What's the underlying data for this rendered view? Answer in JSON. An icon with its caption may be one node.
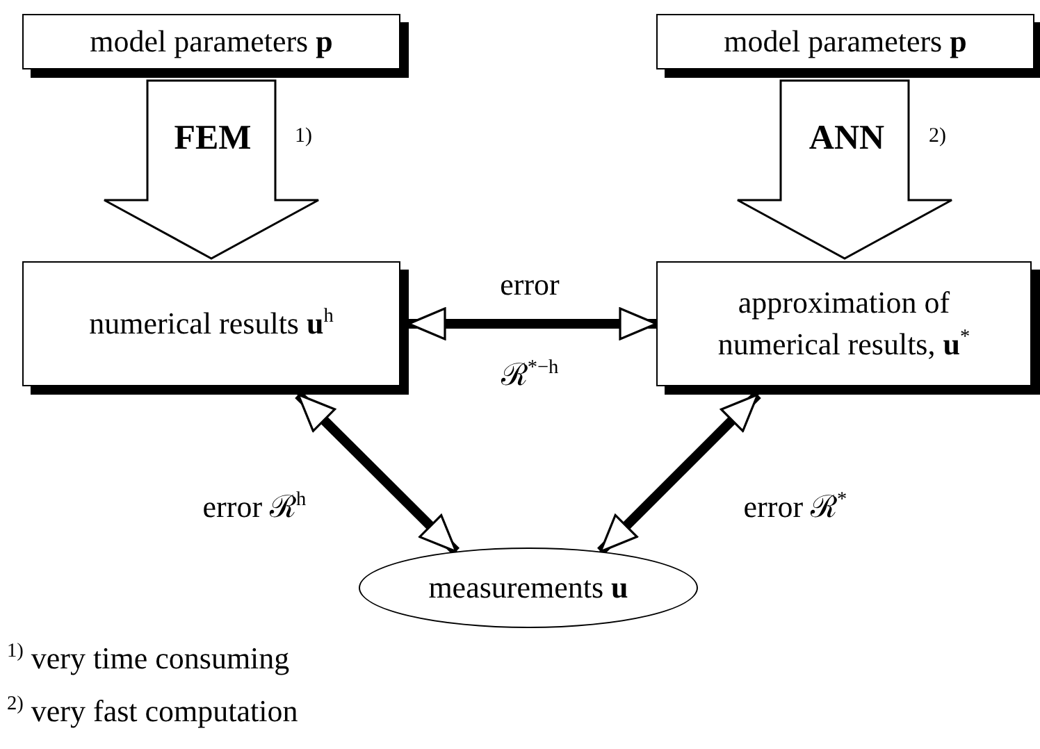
{
  "diagram": {
    "nodes": [
      {
        "text": [
          "model parameters **p**"
        ]
      },
      {
        "text": [
          "model parameters **p**"
        ]
      },
      {
        "text": [
          "numerical results **u**$^{h}$"
        ]
      },
      {
        "text": [
          "approximation of numerical results, **u**$^{*}$"
        ]
      },
      {
        "text": [
          "measurements **u**"
        ]
      }
    ],
    "edges": [
      {
        "from": 0,
        "to": 2,
        "arrow": "to",
        "style": "thick",
        "label": "FEM"
      },
      {
        "from": 1,
        "to": 3,
        "arrow": "to",
        "style": "thick",
        "label": "ANN"
      },
      {
        "from": 2,
        "to": 3,
        "arrow": "both",
        "label": "error"
      },
      {
        "from": 2,
        "to": 4,
        "arrow": "both",
        "label": "error ℛ$^{h}$"
      },
      {
        "from": 3,
        "to": 4,
        "arrow": "both",
        "label": "error ℛ$^{*}$"
      }
    ],
    "labels": [
      "1)",
      "2)",
      "ℛ$^{*−h}$",
      "$^{1)}$ very time consuming",
      "$^{2)}$ very fast computation"
    ]
  }
}
